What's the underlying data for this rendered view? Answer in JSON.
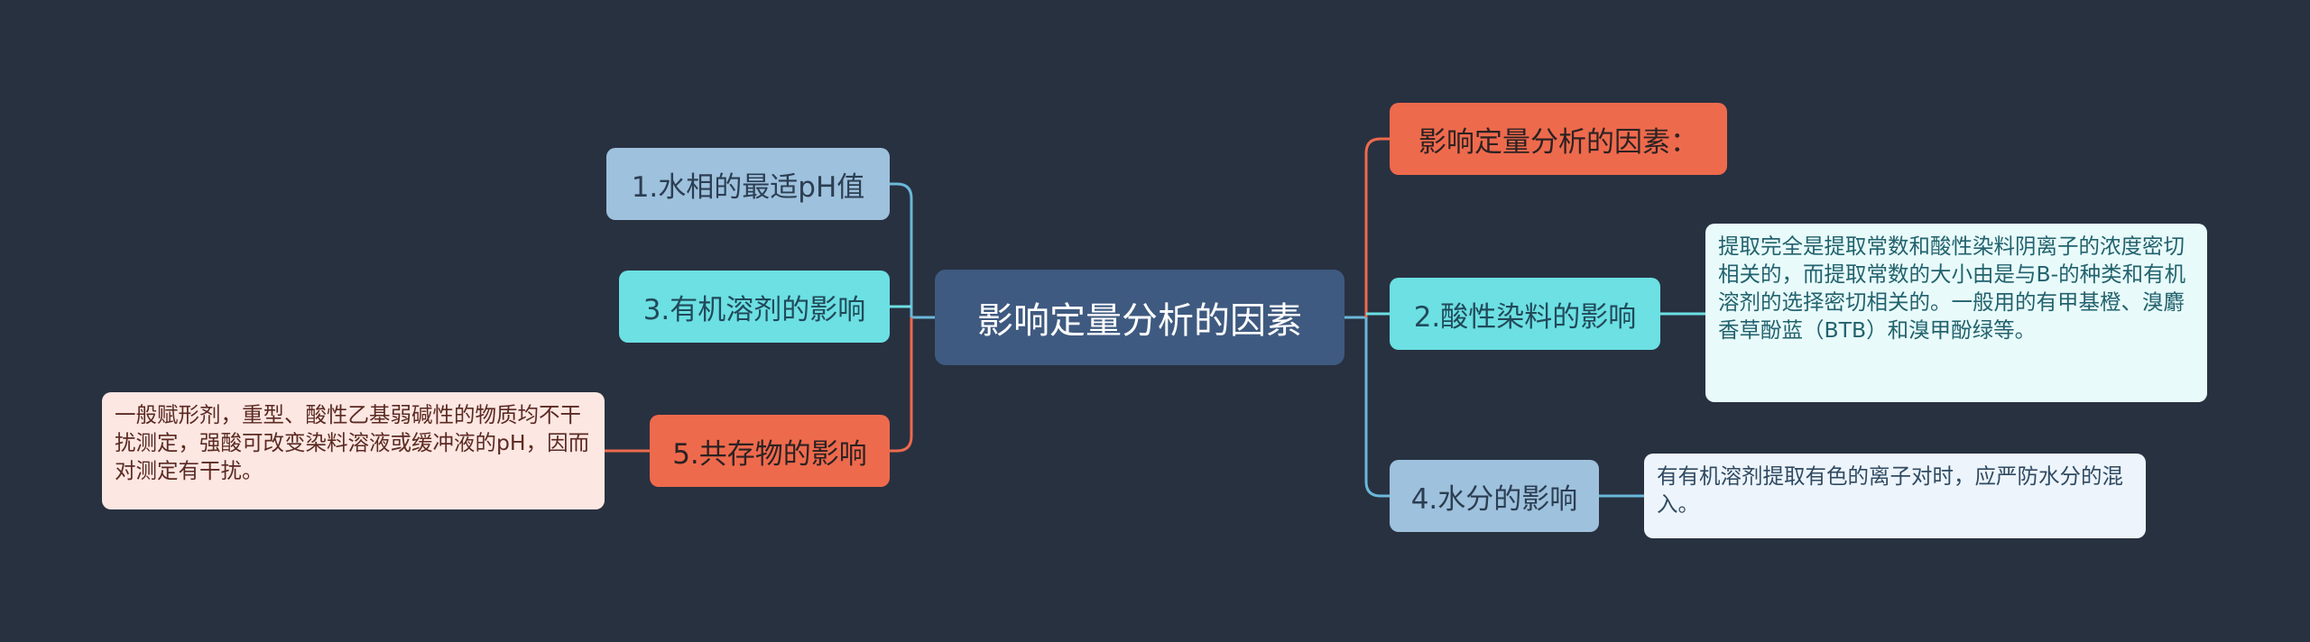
{
  "center": {
    "label": "影响定量分析的因素"
  },
  "left_branches": [
    {
      "label": "1.水相的最适pH值"
    },
    {
      "label": "3.有机溶剂的影响"
    },
    {
      "label": "5.共存物的影响",
      "note": "一般赋形剂，重型、酸性乙基弱碱性的物质均不干扰测定，强酸可改变染料溶液或缓冲液的pH，因而对测定有干扰。"
    }
  ],
  "right_branches": [
    {
      "label": "影响定量分析的因素："
    },
    {
      "label": "2.酸性染料的影响",
      "note": "提取完全是提取常数和酸性染料阴离子的浓度密切相关的，而提取常数的大小由是与B-的种类和有机溶剂的选择密切相关的。一般用的有甲基橙、溴麝香草酚蓝（BTB）和溴甲酚绿等。"
    },
    {
      "label": "4.水分的影响",
      "note": "有有机溶剂提取有色的离子对时，应严防水分的混入。"
    }
  ],
  "colors": {
    "background": "#283140",
    "center": "#3f5a80",
    "blue": "#9ec1dd",
    "cyan": "#6ce0e3",
    "orange": "#ee6a4d"
  }
}
